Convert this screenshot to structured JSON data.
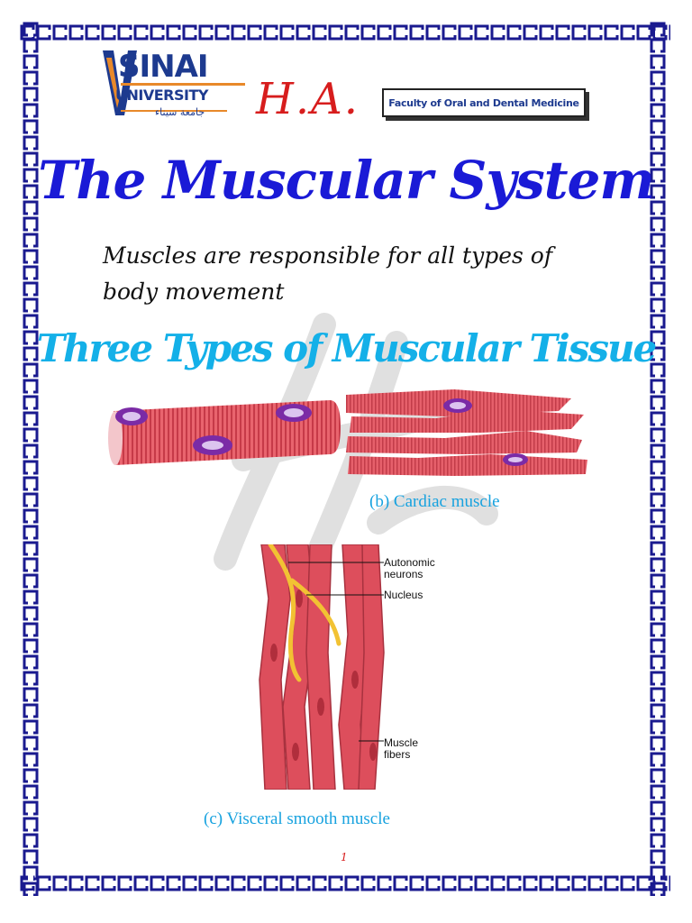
{
  "header": {
    "logo": {
      "name": "SINAI",
      "subtitle": "UNIVERSITY",
      "arabic": "جامعة سيناء"
    },
    "initials": "H.A.",
    "faculty": "Faculty of Oral and Dental Medicine"
  },
  "title": "The Muscular System",
  "intro": "Muscles are responsible for all types of body movement",
  "subtitle": "Three Types of Muscular Tissue",
  "figures": {
    "cardiac_caption": "(b) Cardiac muscle",
    "smooth_caption": "(c) Visceral smooth muscle",
    "labels": {
      "autonomic": "Autonomic neurons",
      "nucleus": "Nucleus",
      "fibers": "Muscle fibers"
    }
  },
  "footer": {
    "page_number": "1"
  },
  "colors": {
    "border": "#1a1a8f",
    "title": "#1a1ad6",
    "subtitle": "#14b0e8",
    "initials": "#d71d1d",
    "muscle": "#e0505a",
    "nucleus": "#9a3fc0"
  }
}
